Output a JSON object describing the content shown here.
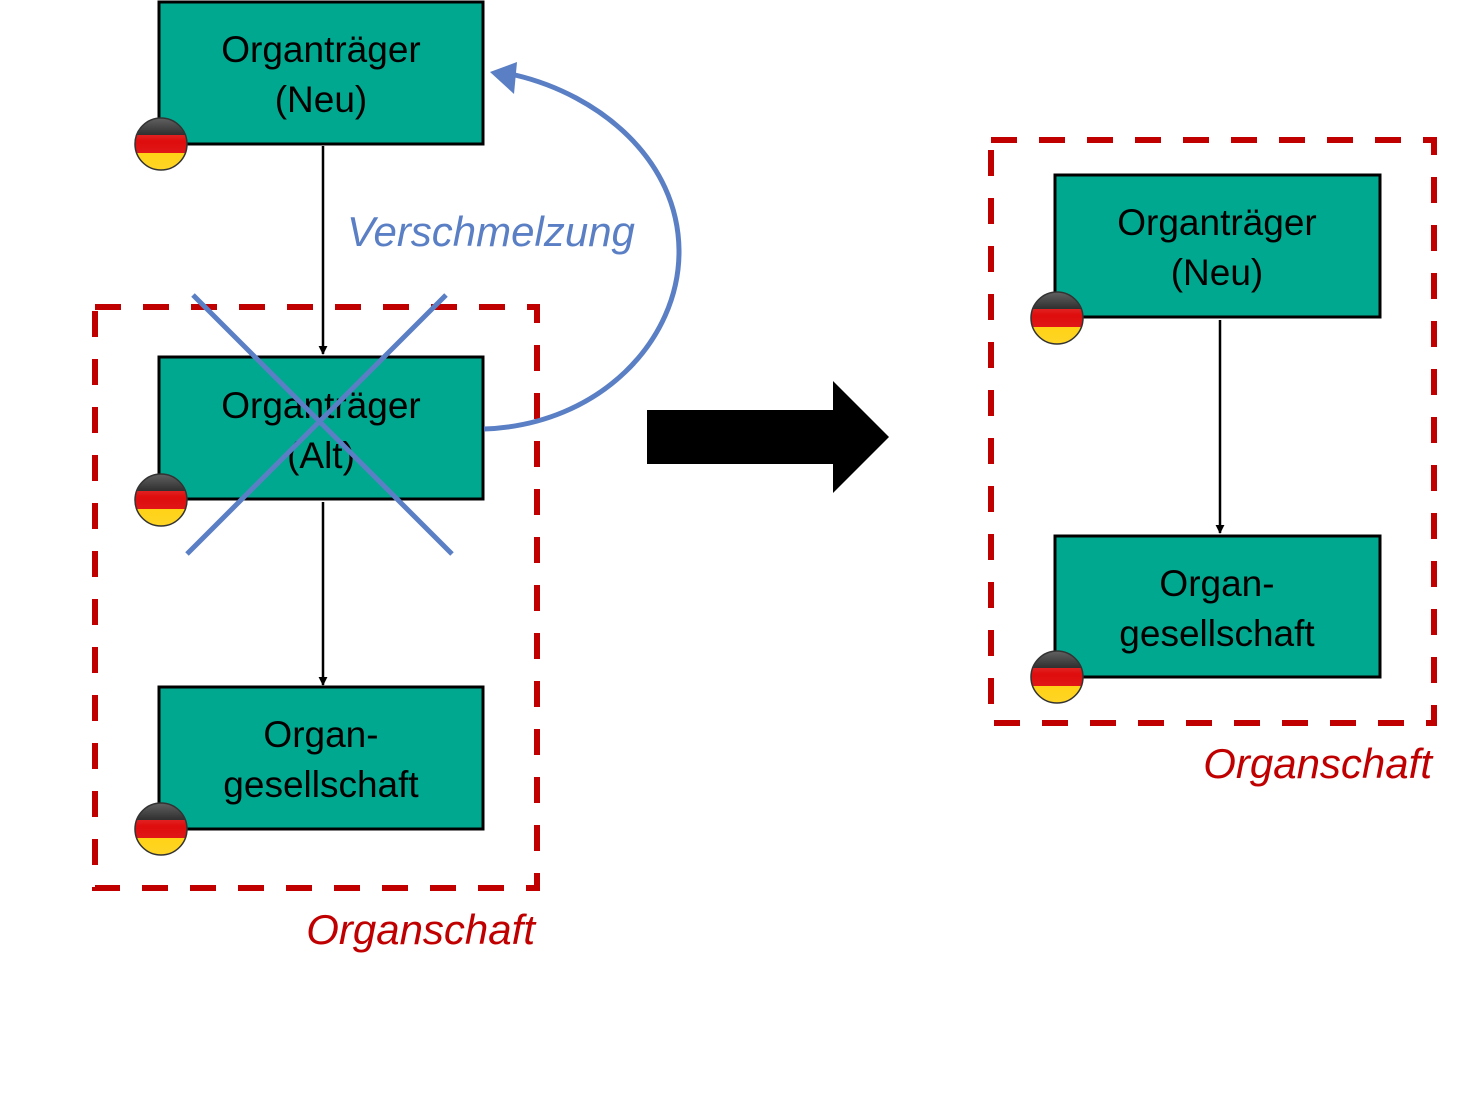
{
  "colors": {
    "box_fill": "#00a88f",
    "box_stroke": "#000000",
    "group_border": "#c00000",
    "merge_arrow": "#5a7fc4",
    "cross_mark": "#5a7fc4",
    "transition_arrow": "#000000",
    "flag": [
      "#000000",
      "#dd0000",
      "#ffce00"
    ]
  },
  "before": {
    "boxes": [
      {
        "id": "organtraeger-neu",
        "lines": [
          "Organträger",
          "(Neu)"
        ],
        "flag": "germany-flag-icon"
      },
      {
        "id": "organtraeger-alt",
        "lines": [
          "Organträger",
          "(Alt)"
        ],
        "flag": "germany-flag-icon",
        "crossed_out": true
      },
      {
        "id": "organgesellschaft",
        "lines": [
          "Organ-",
          "gesellschaft"
        ],
        "flag": "germany-flag-icon"
      }
    ],
    "merge_label": "Verschmelzung",
    "group_label": "Organschaft"
  },
  "after": {
    "boxes": [
      {
        "id": "organtraeger-neu",
        "lines": [
          "Organträger",
          "(Neu)"
        ],
        "flag": "germany-flag-icon"
      },
      {
        "id": "organgesellschaft",
        "lines": [
          "Organ-",
          "gesellschaft"
        ],
        "flag": "germany-flag-icon"
      }
    ],
    "group_label": "Organschaft"
  }
}
